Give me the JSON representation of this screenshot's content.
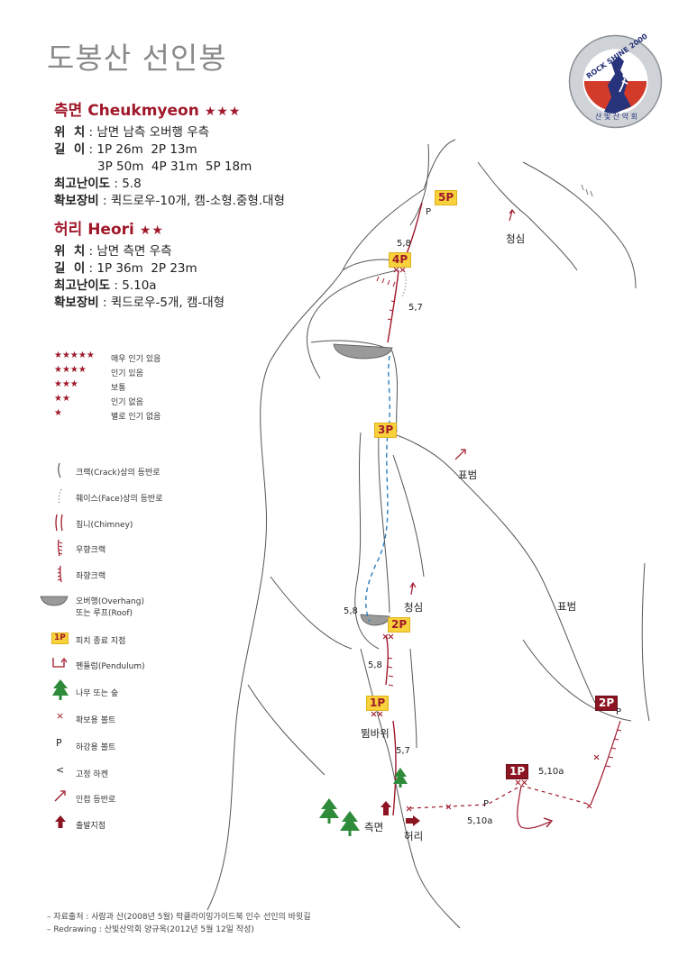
{
  "title": "도봉산 선인봉",
  "routes": [
    {
      "name": "측면 Cheukmyeon",
      "stars": "★★★",
      "lines": [
        {
          "label": "위  치",
          "value": " : 남면 남측 오버행 우측"
        },
        {
          "label": "길  이",
          "value": " : 1P 26m  2P 13m"
        },
        {
          "label": "",
          "value": "3P 50m  4P 31m  5P 18m"
        },
        {
          "label": "최고난이도",
          "value": " : 5.8"
        },
        {
          "label": "확보장비",
          "value": " : 퀵드로우-10개, 캠-소형.중형.대형"
        }
      ]
    },
    {
      "name": "허리 Heori",
      "stars": "★★",
      "lines": [
        {
          "label": "위  치",
          "value": " : 남면 측면 우측"
        },
        {
          "label": "길  이",
          "value": " : 1P 36m  2P 23m"
        },
        {
          "label": "최고난이도",
          "value": " : 5.10a"
        },
        {
          "label": "확보장비",
          "value": " : 퀵드로우-5개, 캠-대형"
        }
      ]
    }
  ],
  "logo": {
    "ring_text": "ROCK SHINE 2000",
    "bottom_text": "산 빛 산 악 회"
  },
  "legend": {
    "ratings": [
      {
        "stars": "★★★★★",
        "label": "매우 인기 있음"
      },
      {
        "stars": "★★★★",
        "label": "인기 있음"
      },
      {
        "stars": "★★★",
        "label": "보통"
      },
      {
        "stars": "★★",
        "label": "인기 없음"
      },
      {
        "stars": "★",
        "label": "별로 인기 없음"
      }
    ],
    "symbols": [
      {
        "icon": "crack-line-icon",
        "label": "크랙(Crack)상의 등반로"
      },
      {
        "icon": "face-dotted-line-icon",
        "label": "훼이스(Face)상의 등반로"
      },
      {
        "icon": "chimney-icon",
        "label": "침니(Chimney)"
      },
      {
        "icon": "right-crack-icon",
        "label": "우향크랙"
      },
      {
        "icon": "left-crack-icon",
        "label": "좌향크랙"
      },
      {
        "icon": "overhang-icon",
        "label": "오버행(Overhang)",
        "label2": "또는 루프(Roof)"
      },
      {
        "icon": "pitch-badge-icon",
        "badge": "1P",
        "label": "피치 종료 지점"
      },
      {
        "icon": "pendulum-icon",
        "label": "펜듈럼(Pendulum)"
      },
      {
        "icon": "tree-icon",
        "label": "나무 또는 숲"
      },
      {
        "icon": "bolt-x-icon",
        "label": "확보용 볼트",
        "glyph": "×"
      },
      {
        "icon": "rappel-bolt-icon",
        "label": "하강용 볼트",
        "glyph": "P"
      },
      {
        "icon": "fixed-hanger-icon",
        "label": "고정 하켄",
        "glyph": "<"
      },
      {
        "icon": "adjacent-route-icon",
        "label": "인접 등반로"
      },
      {
        "icon": "start-arrow-icon",
        "label": "출발지점"
      }
    ]
  },
  "map": {
    "pitches": [
      {
        "id": "5P",
        "style": "yellow"
      },
      {
        "id": "4P",
        "style": "yellow"
      },
      {
        "id": "3P",
        "style": "yellow"
      },
      {
        "id": "2P",
        "style": "yellow"
      },
      {
        "id": "1P",
        "style": "yellow"
      },
      {
        "id": "1P",
        "style": "dark"
      },
      {
        "id": "2P",
        "style": "dark"
      }
    ],
    "labels": {
      "p_top": "P",
      "grade_58_a": "5,8",
      "grade_57_a": "5,7",
      "cheongsim_top": "청심",
      "pyobeom_a": "표범",
      "pyobeom_b": "표범",
      "cheongsim_mid": "청심",
      "grade_58_b": "5,8",
      "grade_58_c": "5,8",
      "ttwimbawi": "뜀바위",
      "grade_57_b": "5,7",
      "start_cheukmyeon": "측면",
      "start_heori": "허리",
      "grade_510a_a": "5,10a",
      "grade_510a_b": "5,10a",
      "p_right": "P",
      "p_mid": "P"
    }
  },
  "footer": [
    "– 자료출처 : 사람과 산(2008년 5월) 락클라이밍가이드북 인수 선인의 바윗길",
    "– Redrawing : 산빛산악회 양규옥(2012년 5월 12일 작성)"
  ],
  "colors": {
    "accent": "#a0182a",
    "badge_yellow": "#f7d23a",
    "badge_dark": "#8d1422",
    "face_route": "#2a7fc0",
    "tree": "#2e8b3a"
  }
}
